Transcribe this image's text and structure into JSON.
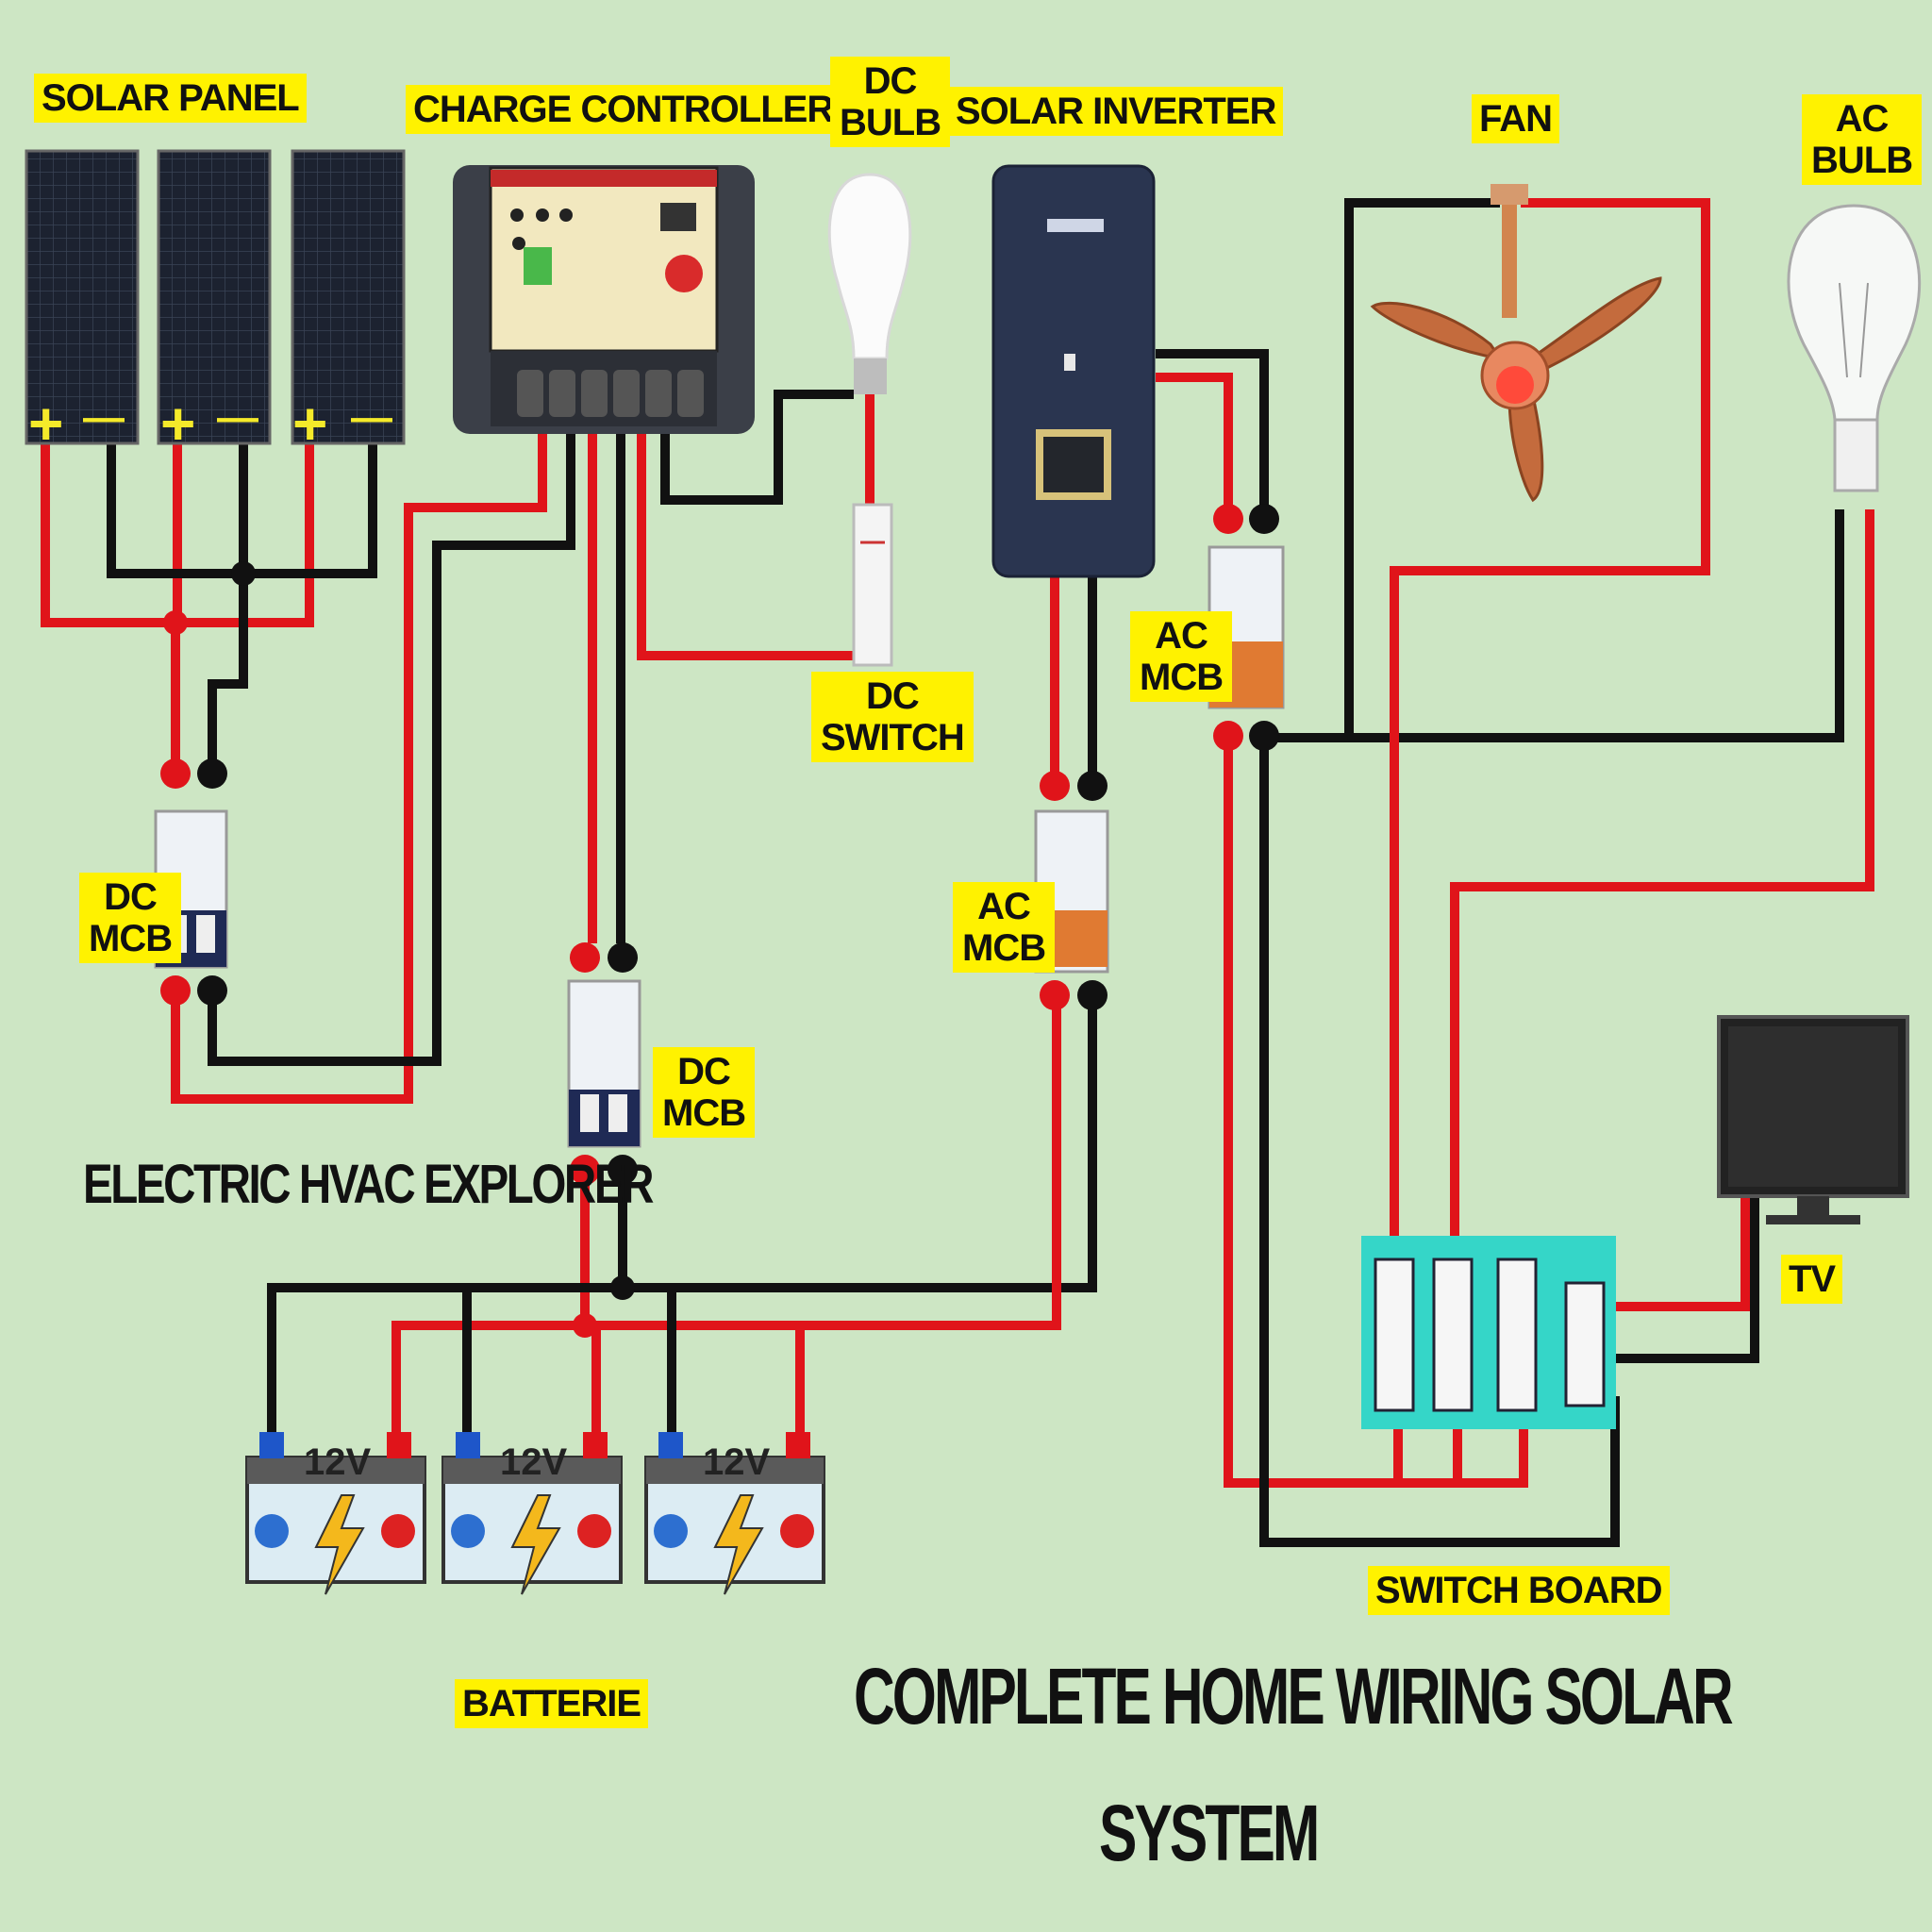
{
  "labels": {
    "solar_panel": "SOLAR PANEL",
    "charge_controller": "CHARGE CONTROLLER",
    "dc_bulb_1": "DC",
    "dc_bulb_2": "BULB",
    "solar_inverter": "SOLAR INVERTER",
    "fan": "FAN",
    "ac_bulb_1": "AC",
    "ac_bulb_2": "BULB",
    "dc_switch_1": "DC",
    "dc_switch_2": "SWITCH",
    "ac_mcb_top_1": "AC",
    "ac_mcb_top_2": "MCB",
    "dc_mcb_left_1": "DC",
    "dc_mcb_left_2": "MCB",
    "ac_mcb_mid_1": "AC",
    "ac_mcb_mid_2": "MCB",
    "dc_mcb_center_1": "DC",
    "dc_mcb_center_2": "MCB",
    "tv": "TV",
    "switch_board": "SWITCH BOARD",
    "batterie": "BATTERIE"
  },
  "battery_voltage": "12V",
  "panel_plus": "+",
  "panel_minus": "—",
  "watermark": "ELECTRIC HVAC EXPLORER",
  "title_line1": "COMPLETE HOME WIRING SOLAR",
  "title_line2": "SYSTEM",
  "colors": {
    "background": "#cde6c4",
    "label_bg": "#fff200",
    "wire_positive": "#e0141a",
    "wire_negative": "#111111",
    "inverter": "#2a3550",
    "switchboard": "#35d6c8"
  }
}
